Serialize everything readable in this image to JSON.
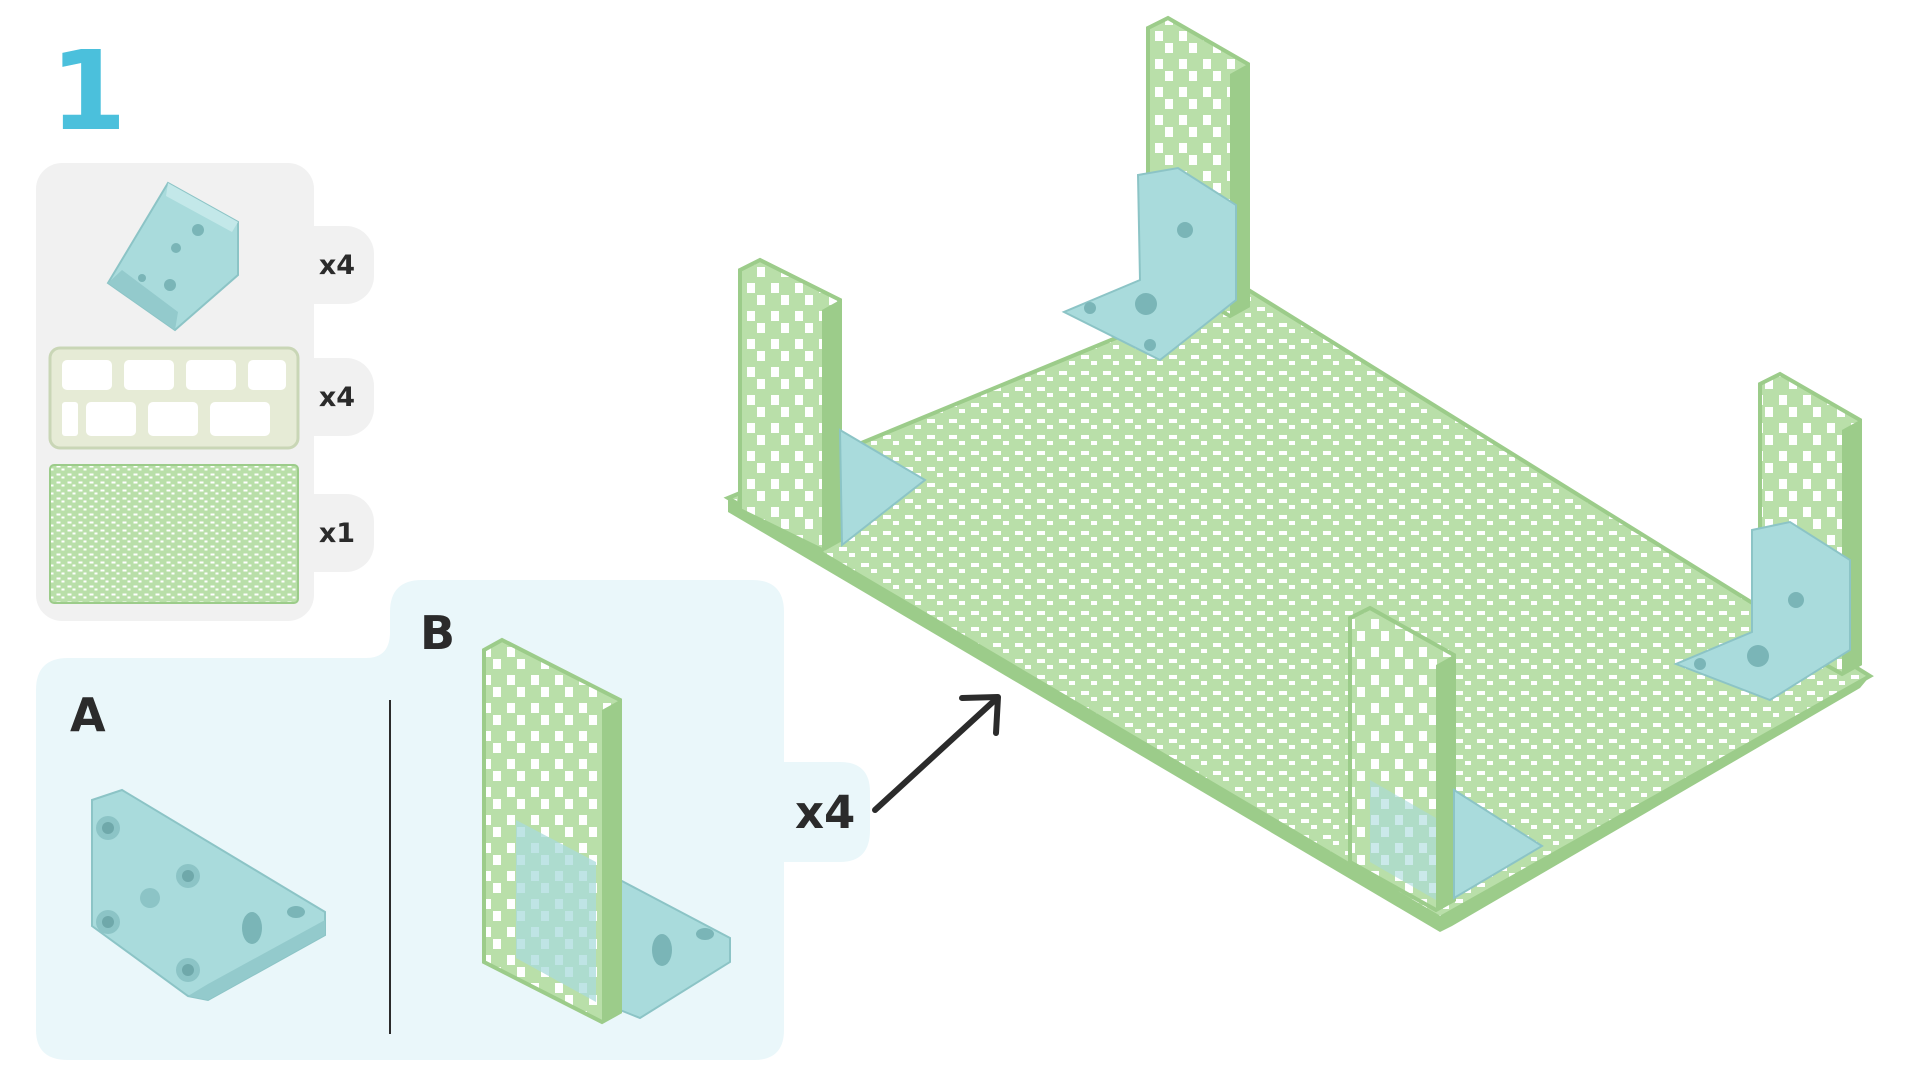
{
  "step": {
    "number": "1",
    "color": "#4bc0dc"
  },
  "parts": [
    {
      "name": "corner-bracket",
      "quantity": "x4"
    },
    {
      "name": "side-panel",
      "quantity": "x4"
    },
    {
      "name": "base-grid",
      "quantity": "x1"
    }
  ],
  "subassembly": {
    "label_a": "A",
    "label_b": "B",
    "multiplier": "x4"
  },
  "colors": {
    "bracket": "#a9dbdc",
    "panel": "#b9dfa9",
    "panel_dark": "#9ccc8a",
    "panel_bg": "#f1f1f1",
    "assembly_bg": "#eaf7fa",
    "text": "#2b2b2b"
  }
}
